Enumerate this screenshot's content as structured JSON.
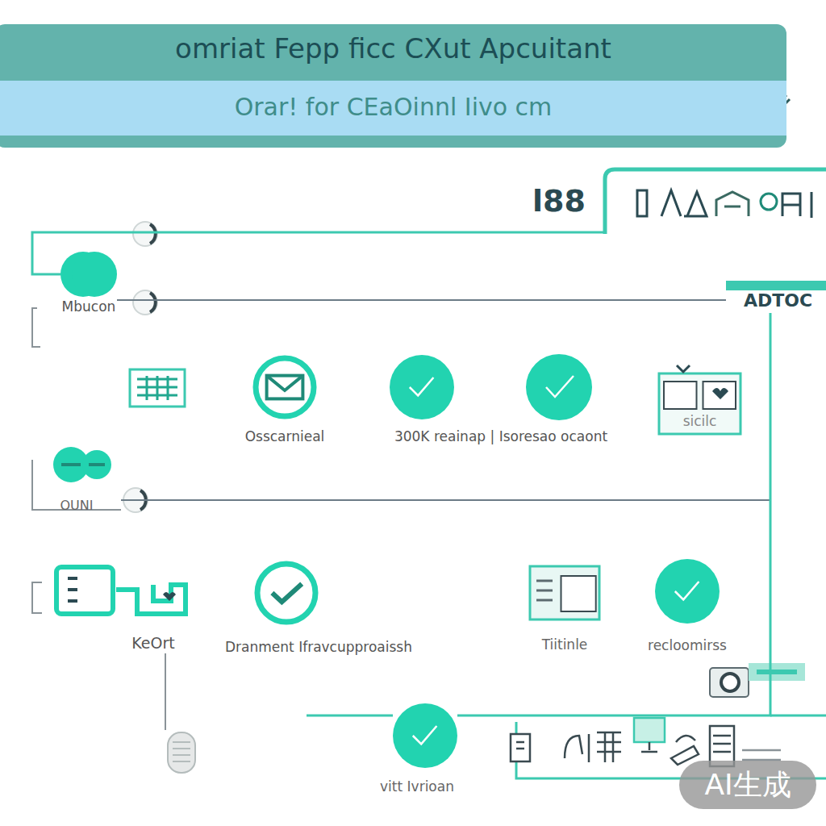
{
  "diagram": {
    "title": "omriat Fepp ficc CXut Apcuitant",
    "nodes": [
      {
        "text": [
          "Orar! for CEaOinnl Iivo cm"
        ]
      },
      {
        "text": [
          "l88"
        ]
      },
      {
        "text": [
          "Mbucon"
        ]
      },
      {
        "text": [
          "ADTOC"
        ]
      },
      {
        "text": [
          "Osscarnieal"
        ]
      },
      {
        "text": [
          "300K reainap | Isoresao ocaont"
        ]
      },
      {
        "text": [
          "sicilc"
        ]
      },
      {
        "text": [
          "OUNI"
        ]
      },
      {
        "text": [
          "KeOrt"
        ]
      },
      {
        "text": [
          "Dranment Ifravcupproaissh"
        ]
      },
      {
        "text": [
          "Tiitinle"
        ]
      },
      {
        "text": [
          "recloomirss"
        ]
      },
      {
        "text": [
          "vitt Ivrioan"
        ]
      }
    ],
    "edges": [
      {
        "from": 2,
        "to": 1,
        "arrow": "none"
      },
      {
        "from": 2,
        "to": 3,
        "arrow": "none"
      },
      {
        "from": 7,
        "to": 3,
        "arrow": "none"
      },
      {
        "from": 3,
        "to": 12,
        "arrow": "none"
      }
    ],
    "labels": [
      "AI生成"
    ]
  }
}
